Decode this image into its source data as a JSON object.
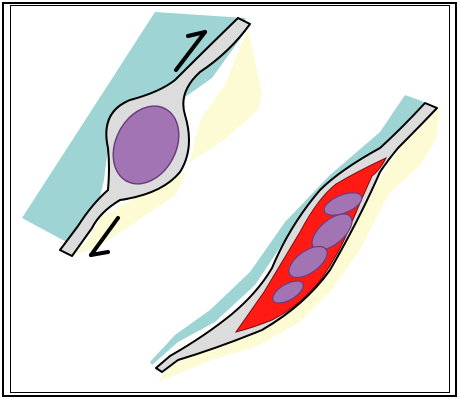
{
  "figure": {
    "colors": {
      "upper_block": "#9fd4d4",
      "lower_block": "#fdfbd3",
      "shear_zone": "#dcdcdc",
      "lens_fill": "#a274b4",
      "lens_edge": "#6a3d7d",
      "melt": "#ff1a14",
      "outline": "#000000"
    },
    "panels": [
      {
        "name": "single-lens-shear-zone",
        "lens_count": 1,
        "shear_arrows": [
          "up-right",
          "down-left"
        ]
      },
      {
        "name": "multi-lens-shear-zone",
        "lens_count": 4,
        "melt_present": true
      }
    ]
  }
}
